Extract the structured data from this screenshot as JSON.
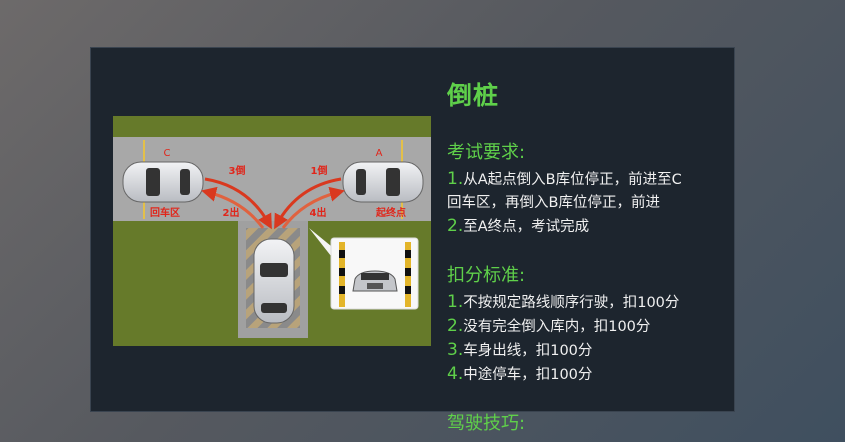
{
  "slide": {
    "title": "倒桩",
    "diagram": {
      "labels": {
        "c": "C",
        "a": "A",
        "turnaround": "回车区",
        "start_end": "起终点",
        "step1": "1倒",
        "step2": "2出",
        "step3": "3倒",
        "step4": "4出"
      },
      "colors": {
        "grass": "#667a2a",
        "road": "#a8a8a8",
        "arrow": "#d9391f",
        "label": "#e0261b"
      }
    },
    "exam_requirements": {
      "heading": "考试要求:",
      "items": [
        {
          "num": "1.",
          "text": "从A起点倒入B库位停正，前进至C",
          "cont": "回车区，再倒入B库位停正，前进"
        },
        {
          "num": "2.",
          "text": "至A终点，考试完成"
        }
      ]
    },
    "deduction_standards": {
      "heading": "扣分标准:",
      "items": [
        {
          "num": "1.",
          "text": "不按规定路线顺序行驶，扣100分"
        },
        {
          "num": "2.",
          "text": "没有完全倒入库内，扣100分"
        },
        {
          "num": "3.",
          "text": "车身出线，扣100分"
        },
        {
          "num": "4.",
          "text": "中途停车，扣100分"
        }
      ]
    },
    "driving_tips": {
      "heading": "驾驶技巧:"
    }
  }
}
